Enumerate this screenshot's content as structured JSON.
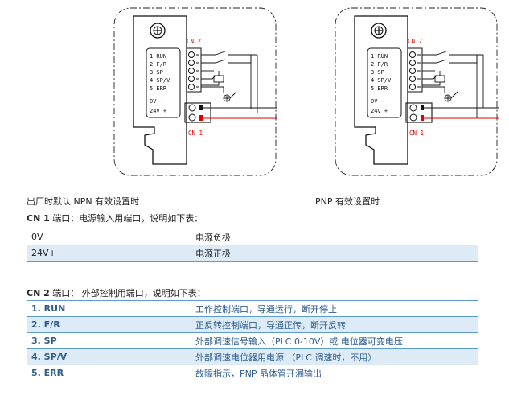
{
  "diagrams": [
    {
      "cn2_label": "CN 2",
      "cn1_label": "CN 1",
      "pins": [
        "1 RUN",
        "2 F/R",
        "3 SP",
        "4 SP/V",
        "5 ERR"
      ],
      "power": [
        "0V  -",
        "24V +"
      ],
      "style": "NPN"
    },
    {
      "cn2_label": "CN 2",
      "cn1_label": "CN 1",
      "pins": [
        "1 RUN",
        "2 F/R",
        "3 SP",
        "4 SP/V",
        "5 ERR"
      ],
      "power": [
        "0V  -",
        "24V +"
      ],
      "style": "PNP"
    }
  ],
  "captions": {
    "npn": "出厂时默认 NPN 有效设置时",
    "pnp": "PNP 有效设置时"
  },
  "section1": {
    "bold": "CN 1",
    "rest": " 端口：电源输入用端口，说明如下表："
  },
  "table1": [
    {
      "name": "0V",
      "desc": "电源负极"
    },
    {
      "name": "24V+",
      "desc": "电源正极"
    }
  ],
  "section2": {
    "bold": "CN 2",
    "rest": " 端口： 外部控制用端口，说明如下表："
  },
  "table2": [
    {
      "name": "1. RUN",
      "desc": "工作控制端口，导通运行，断开停止"
    },
    {
      "name": "2. F/R",
      "desc": "正反转控制端口，导通正传，断开反转"
    },
    {
      "name": "3. SP",
      "desc": "外部调速信号输入（PLC 0-10V）或 电位器可变电压"
    },
    {
      "name": "4. SP/V",
      "desc": "外部调速电位器用电源 （PLC 调速时，不用）"
    },
    {
      "name": "5. ERR",
      "desc": "故障指示，PNP 晶体管开漏输出"
    }
  ],
  "colors": {
    "accent_blue": "#5b9bd5",
    "row_fill": "#ddebf7",
    "label_red": "#e00000"
  }
}
